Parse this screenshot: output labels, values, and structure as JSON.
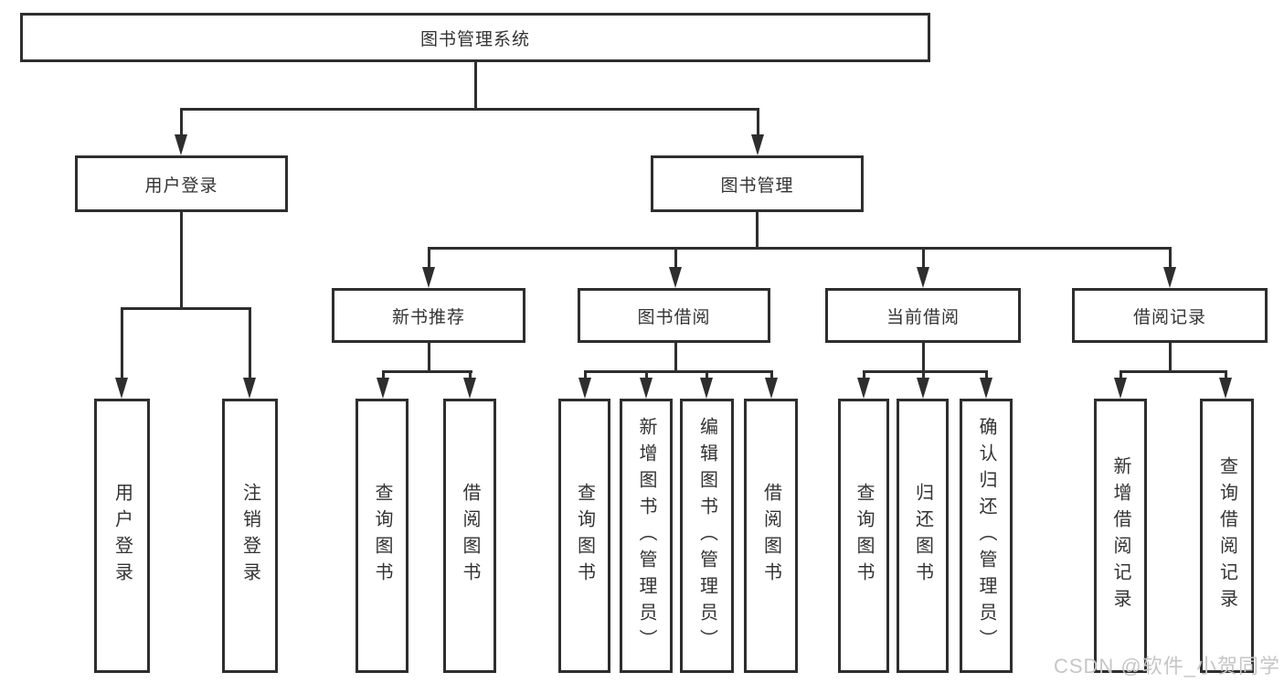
{
  "diagram": {
    "root": {
      "label": "图书管理系统"
    },
    "level2": [
      {
        "label": "用户登录"
      },
      {
        "label": "图书管理"
      }
    ],
    "level3": [
      {
        "label": "新书推荐"
      },
      {
        "label": "图书借阅"
      },
      {
        "label": "当前借阅"
      },
      {
        "label": "借阅记录"
      }
    ],
    "leaves": [
      {
        "label": "用户登录"
      },
      {
        "label": "注销登录"
      },
      {
        "label": "查询图书"
      },
      {
        "label": "借阅图书"
      },
      {
        "label": "查询图书"
      },
      {
        "label": "新增图书（管理员）"
      },
      {
        "label": "编辑图书（管理员）"
      },
      {
        "label": "借阅图书"
      },
      {
        "label": "查询图书"
      },
      {
        "label": "归还图书"
      },
      {
        "label": "确认归还（管理员）"
      },
      {
        "label": "新增借阅记录"
      },
      {
        "label": "查询借阅记录"
      }
    ]
  },
  "watermark": {
    "text": "CSDN @软件_小贺同学"
  },
  "colors": {
    "line": "#2e2e2e",
    "text": "#333333",
    "background": "#ffffff",
    "watermark": "#c6c6c6"
  }
}
